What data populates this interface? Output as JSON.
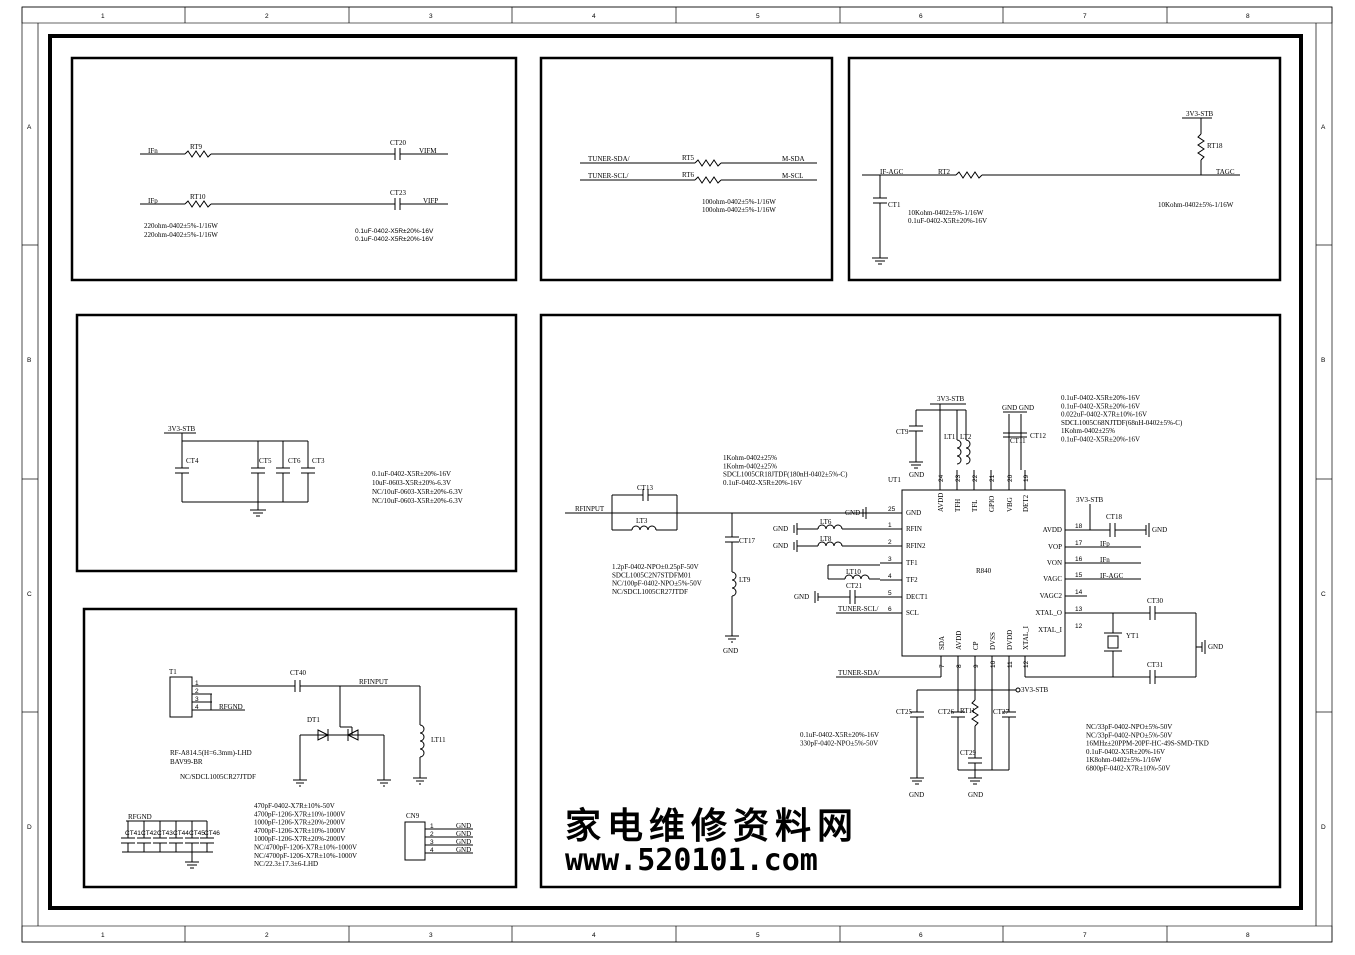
{
  "grid": {
    "columns": [
      "1",
      "2",
      "3",
      "4",
      "5",
      "6",
      "7",
      "8"
    ],
    "rows": [
      "A",
      "B",
      "C",
      "D"
    ]
  },
  "if_filter": {
    "nets": {
      "ifn": "IFn",
      "ifp": "IFp",
      "vifm": "VIFM",
      "vifp": "VIFP"
    },
    "refs": {
      "rt9": "RT9",
      "rt10": "RT10",
      "ct20": "CT20",
      "ct23": "CT23"
    },
    "values": {
      "r1": "220ohm-0402±5%-1/16W",
      "r2": "220ohm-0402±5%-1/16W",
      "c1": "0.1uF-0402-X5R±20%-16V",
      "c2": "0.1uF-0402-X5R±20%-16V"
    }
  },
  "i2c": {
    "nets": {
      "sda_in": "TUNER-SDA/",
      "scl_in": "TUNER-SCL/",
      "sda_out": "M-SDA",
      "scl_out": "M-SCL"
    },
    "refs": {
      "rt5": "RT5",
      "rt6": "RT6"
    },
    "values": {
      "r1": "100ohm-0402±5%-1/16W",
      "r2": "100ohm-0402±5%-1/16W"
    }
  },
  "agc": {
    "nets": {
      "ifagc": "IF-AGC",
      "tagc": "TAGC",
      "stb": "3V3-STB"
    },
    "refs": {
      "rt2": "RT2",
      "rt18": "RT18",
      "ct1": "CT1"
    },
    "values": {
      "r2": "10Kohm-0402±5%-1/16W",
      "c1": "0.1uF-0402-X5R±20%-16V",
      "r18": "10Kohm-0402±5%-1/16W"
    }
  },
  "power": {
    "nets": {
      "stb": "3V3-STB"
    },
    "refs": {
      "ct4": "CT4",
      "ct5": "CT5",
      "ct6": "CT6",
      "ct3": "CT3"
    },
    "values": {
      "v1": "0.1uF-0402-X5R±20%-16V",
      "v2": "10uF-0603-X5R±20%-6.3V",
      "v3": "NC/10uF-0603-X5R±20%-6.3V",
      "v4": "NC/10uF-0603-X5R±20%-6.3V"
    }
  },
  "rf_input": {
    "refs": {
      "t1": "T1",
      "ct40": "CT40",
      "dt1": "DT1",
      "lt11": "LT11",
      "cn9": "CN9",
      "rfgnd2": "RFGND"
    },
    "nets": {
      "rfinput": "RFINPUT",
      "rfgnd": "RFGND",
      "gnd": "GND"
    },
    "t1_pins": [
      "1",
      "2",
      "3",
      "4"
    ],
    "cn9_pins": [
      "1",
      "2",
      "3",
      "4"
    ],
    "values": {
      "t1": "RF-A814.5(H=6.3mm)-LHD",
      "dt1": "BAV99-BR",
      "lt11": "NC/SDCL1005CR27JTDF"
    },
    "caps": [
      "CT41",
      "CT42",
      "CT43",
      "CT44",
      "CT45",
      "CT46"
    ],
    "cap_values": [
      "470pF-0402-X7R±10%-50V",
      "4700pF-1206-X7R±10%-1000V",
      "1000pF-1206-X7R±20%-2000V",
      "4700pF-1206-X7R±10%-1000V",
      "1000pF-1206-X7R±20%-2000V",
      "NC/4700pF-1206-X7R±10%-1000V",
      "NC/4700pF-1206-X7R±10%-1000V",
      "NC/22.3±17.3±6-LHD"
    ]
  },
  "tuner": {
    "chip": {
      "ref": "UT1",
      "part": "R840"
    },
    "left_pins": [
      {
        "num": "25",
        "name": "GND"
      },
      {
        "num": "1",
        "name": "RFIN"
      },
      {
        "num": "2",
        "name": "RFIN2"
      },
      {
        "num": "3",
        "name": "TF1"
      },
      {
        "num": "4",
        "name": "TF2"
      },
      {
        "num": "5",
        "name": "DECT1"
      },
      {
        "num": "6",
        "name": "SCL"
      }
    ],
    "right_pins": [
      {
        "num": "18",
        "name": "AVDD"
      },
      {
        "num": "17",
        "name": "VOP"
      },
      {
        "num": "16",
        "name": "VON"
      },
      {
        "num": "15",
        "name": "VAGC"
      },
      {
        "num": "14",
        "name": "VAGC2"
      },
      {
        "num": "13",
        "name": "XTAL_O"
      },
      {
        "num": "12",
        "name": "XTAL_I"
      }
    ],
    "top_pins": [
      {
        "num": "24",
        "name": "AVDD"
      },
      {
        "num": "23",
        "name": "TFH"
      },
      {
        "num": "22",
        "name": "TFL"
      },
      {
        "num": "21",
        "name": "GPIO"
      },
      {
        "num": "20",
        "name": "VBG"
      },
      {
        "num": "19",
        "name": "DET2"
      }
    ],
    "bottom_pins": [
      {
        "num": "7",
        "name": "SDA"
      },
      {
        "num": "8",
        "name": "AVDD"
      },
      {
        "num": "9",
        "name": "CP"
      },
      {
        "num": "10",
        "name": "DVSS"
      },
      {
        "num": "11",
        "name": "DVDD"
      },
      {
        "num": "12",
        "name": "XTAL_I"
      }
    ],
    "refs": {
      "ct9": "CT9",
      "lt1": "LT1",
      "lt2": "LT2",
      "ct11": "CT11",
      "ct12": "CT12",
      "ct13": "CT13",
      "lt3": "LT3",
      "ct17": "CT17",
      "lt9": "LT9",
      "lt6": "LT6",
      "lt8": "LT8",
      "lt10": "LT10",
      "ct21": "CT21",
      "ct18": "CT18",
      "ct30": "CT30",
      "ct31": "CT31",
      "yt1": "YT1",
      "ct25": "CT25",
      "ct26": "CT26",
      "rt11": "RT11",
      "ct27": "CT27",
      "ct29": "CT29"
    },
    "nets": {
      "stb": "3V3-STB",
      "gnd": "GND",
      "gndgnd": "GND GND",
      "rfinput": "RFINPUT",
      "ifp": "IFp",
      "ifn": "IFn",
      "ifagc": "IF-AGC",
      "scl": "TUNER-SCL/",
      "sda": "TUNER-SDA/",
      "gnd_pin": "GND"
    },
    "top_values": [
      "0.1uF-0402-X5R±20%-16V",
      "0.1uF-0402-X5R±20%-16V",
      "0.022uF-0402-X7R±10%-16V",
      "SDCL1005C68NJTDF(68nH-0402±5%-C)",
      "1Kohm-0402±25%",
      "0.1uF-0402-X5R±20%-16V"
    ],
    "mid_values": [
      "1Kohm-0402±25%",
      "1Kohm-0402±25%",
      "SDCL1005CR18JTDF(180nH-0402±5%-C)",
      "0.1uF-0402-X5R±20%-16V"
    ],
    "input_values": [
      "1.2pF-0402-NPO±0.25pF-50V",
      "SDCL1005C2N7STDFM01",
      "NC/100pF-0402-NPO±5%-50V",
      "NC/SDCL1005CR27JTDF"
    ],
    "bottom_values": [
      "0.1uF-0402-X5R±20%-16V",
      "330pF-0402-NPO±5%-50V"
    ],
    "xtal_values": [
      "NC/33pF-0402-NPO±5%-50V",
      "NC/33pF-0402-NPO±5%-50V",
      "16MHz±20PPM-20PF-HC-49S-SMD-TKD",
      "0.1uF-0402-X5R±20%-16V",
      "1K8ohm-0402±5%-1/16W",
      "6800pF-0402-X7R±10%-50V"
    ]
  },
  "watermark": {
    "cn": "家电维修资料网",
    "url": "www.520101.com"
  }
}
